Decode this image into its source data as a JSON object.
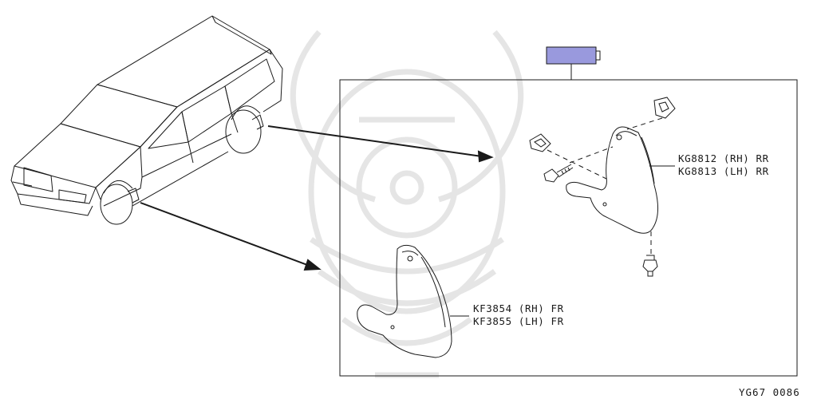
{
  "colors": {
    "line": "#1a1a1a",
    "box_tab_fill": "#9999dd",
    "watermark": "#e6e6e6"
  },
  "labels": {
    "rear_line1": "KG8812 (RH) RR",
    "rear_line2": "KG8813 (LH) RR",
    "front_line1": "KF3854 (RH) FR",
    "front_line2": "KF3855 (LH) FR"
  },
  "reference_code": "YG67 0086",
  "icons": [
    "vehicle-outline-icon",
    "mud-flap-rear-icon",
    "mud-flap-front-icon",
    "clip-icon",
    "screw-icon",
    "bolt-icon",
    "watermark-emblem-icon"
  ]
}
